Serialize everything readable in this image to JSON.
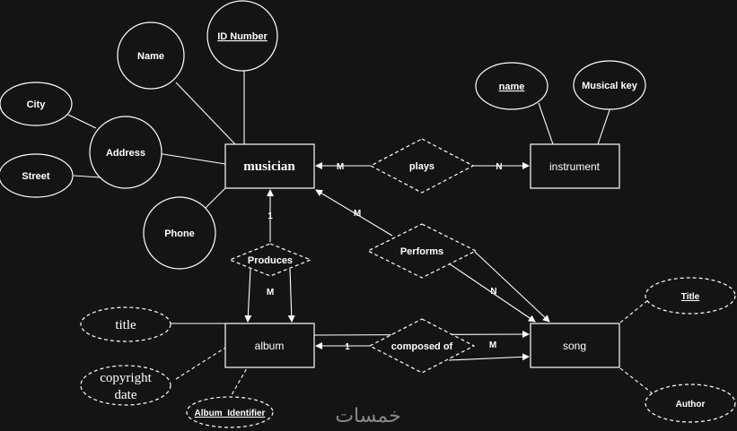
{
  "entities": {
    "musician": "musician",
    "instrument": "instrument",
    "album": "album",
    "song": "song"
  },
  "attributes": {
    "name": "Name",
    "id_number": "ID Number",
    "address": "Address",
    "city": "City",
    "street": "Street",
    "phone": "Phone",
    "instrument_name": "name",
    "musical_key": "Musical key",
    "album_title": "title",
    "copyright_date_line1": "copyright",
    "copyright_date_line2": "date",
    "album_identifier": "Album_Identifier",
    "song_title": "Title",
    "song_author": "Author"
  },
  "relationships": {
    "plays": "plays",
    "performs": "Performs",
    "produces": "Produces",
    "composed_of": "composed of"
  },
  "cardinalities": {
    "plays_musician": "M",
    "plays_instrument": "N",
    "performs_musician": "M",
    "performs_song": "N",
    "produces_musician": "1",
    "produces_album": "M",
    "composed_album": "1",
    "composed_song": "M"
  },
  "watermark": "خمسات",
  "colors": {
    "background": "#141414",
    "stroke": "#ffffff",
    "watermark": "#8a8a8a"
  }
}
